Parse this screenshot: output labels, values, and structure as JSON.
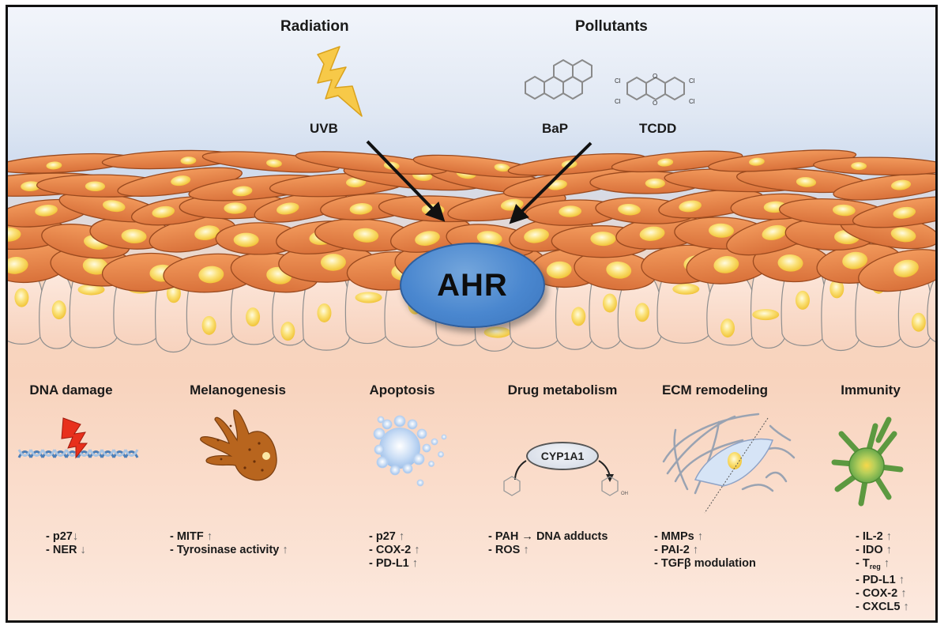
{
  "figure": {
    "sources": {
      "radiation": {
        "title": "Radiation",
        "agents": [
          {
            "name": "UVB",
            "icon": "lightning-bolt-icon"
          }
        ]
      },
      "pollutants": {
        "title": "Pollutants",
        "agents": [
          {
            "name": "BaP",
            "icon": "benzo-a-pyrene-structure-icon"
          },
          {
            "name": "TCDD",
            "icon": "dioxin-structure-icon",
            "substituent_label": "Cl",
            "bridge_label": "O"
          }
        ]
      }
    },
    "receptor": {
      "label": "AHR"
    },
    "categories": [
      {
        "title": "DNA damage",
        "icon": "dna-damage-icon",
        "effects": [
          {
            "text": "- p27",
            "direction": "↓"
          },
          {
            "text": "- NER ",
            "direction": "↓"
          }
        ]
      },
      {
        "title": "Melanogenesis",
        "icon": "melanocyte-icon",
        "effects": [
          {
            "text": "- MITF ",
            "direction": "↑"
          },
          {
            "text": "- Tyrosinase activity ",
            "direction": "↑"
          }
        ]
      },
      {
        "title": "Apoptosis",
        "icon": "apoptotic-cell-icon",
        "effects": [
          {
            "text": "- p27 ",
            "direction": "↑"
          },
          {
            "text": "- COX-2 ",
            "direction": "↑"
          },
          {
            "text": "- PD-L1 ",
            "direction": "↑"
          }
        ]
      },
      {
        "title": "Drug metabolism",
        "icon": "cyp1a1-reaction-icon",
        "enzyme": "CYP1A1",
        "product_label": "OH",
        "effects": [
          {
            "text": "- PAH → DNA adducts",
            "direction": ""
          },
          {
            "text": "- ROS ",
            "direction": "↑"
          }
        ]
      },
      {
        "title": "ECM remodeling",
        "icon": "fibroblast-ecm-icon",
        "effects": [
          {
            "text": "- MMPs ",
            "direction": "↑"
          },
          {
            "text": "- PAI-2 ",
            "direction": "↑"
          },
          {
            "text": "- TGFβ modulation",
            "direction": ""
          }
        ]
      },
      {
        "title": "Immunity",
        "icon": "dendritic-cell-icon",
        "effects": [
          {
            "text": "- IL-2 ",
            "direction": "↑"
          },
          {
            "text": "- IDO ",
            "direction": "↑"
          },
          {
            "text": "- T",
            "subscript": "reg",
            "direction": " ↑"
          },
          {
            "text": "- PD-L1 ",
            "direction": "↑"
          },
          {
            "text": "- COX-2 ",
            "direction": "↑"
          },
          {
            "text": "- CXCL5 ",
            "direction": "↑"
          }
        ]
      }
    ],
    "colors": {
      "sky": "#cfdcef",
      "keratinocyte": "#e8844a",
      "keratinocyte_outline": "#9a4a1f",
      "nucleus": "#f6cf4a",
      "basal_cell": "#fbe0d2",
      "ahr_blue": "#4a87cf",
      "dermis": "#f8d3bd",
      "lightning_yellow": "#f7c948",
      "lightning_red": "#e8301c",
      "melanocyte_brown": "#b8651e",
      "dendritic_green": "#6aaa4c"
    }
  }
}
